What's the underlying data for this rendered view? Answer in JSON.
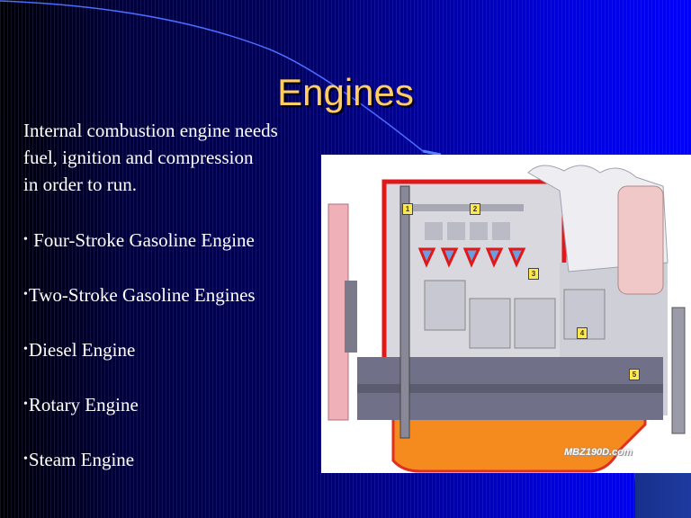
{
  "slide": {
    "title": "Engines",
    "intro_lines": [
      "Internal combustion engine needs",
      "fuel, ignition and compression",
      "in order to run."
    ],
    "bullets": [
      {
        "marker": "•",
        "text": " Four-Stroke Gasoline Engine"
      },
      {
        "marker": "•",
        "text": "Two-Stroke Gasoline Engines"
      },
      {
        "marker": "•",
        "text": "Diesel Engine"
      },
      {
        "marker": "•",
        "text": "Rotary Engine"
      },
      {
        "marker": "•",
        "text": "Steam Engine"
      }
    ],
    "figure": {
      "alt": "Cutaway illustration of an inline four-cylinder engine",
      "labels": [
        "1",
        "2",
        "3",
        "4",
        "5"
      ],
      "watermark": "MBZ190D.com"
    },
    "colors": {
      "title": "#ffcc66",
      "text": "#ffffff",
      "background_dark": "#000000",
      "background_bright": "#0000ff"
    }
  }
}
